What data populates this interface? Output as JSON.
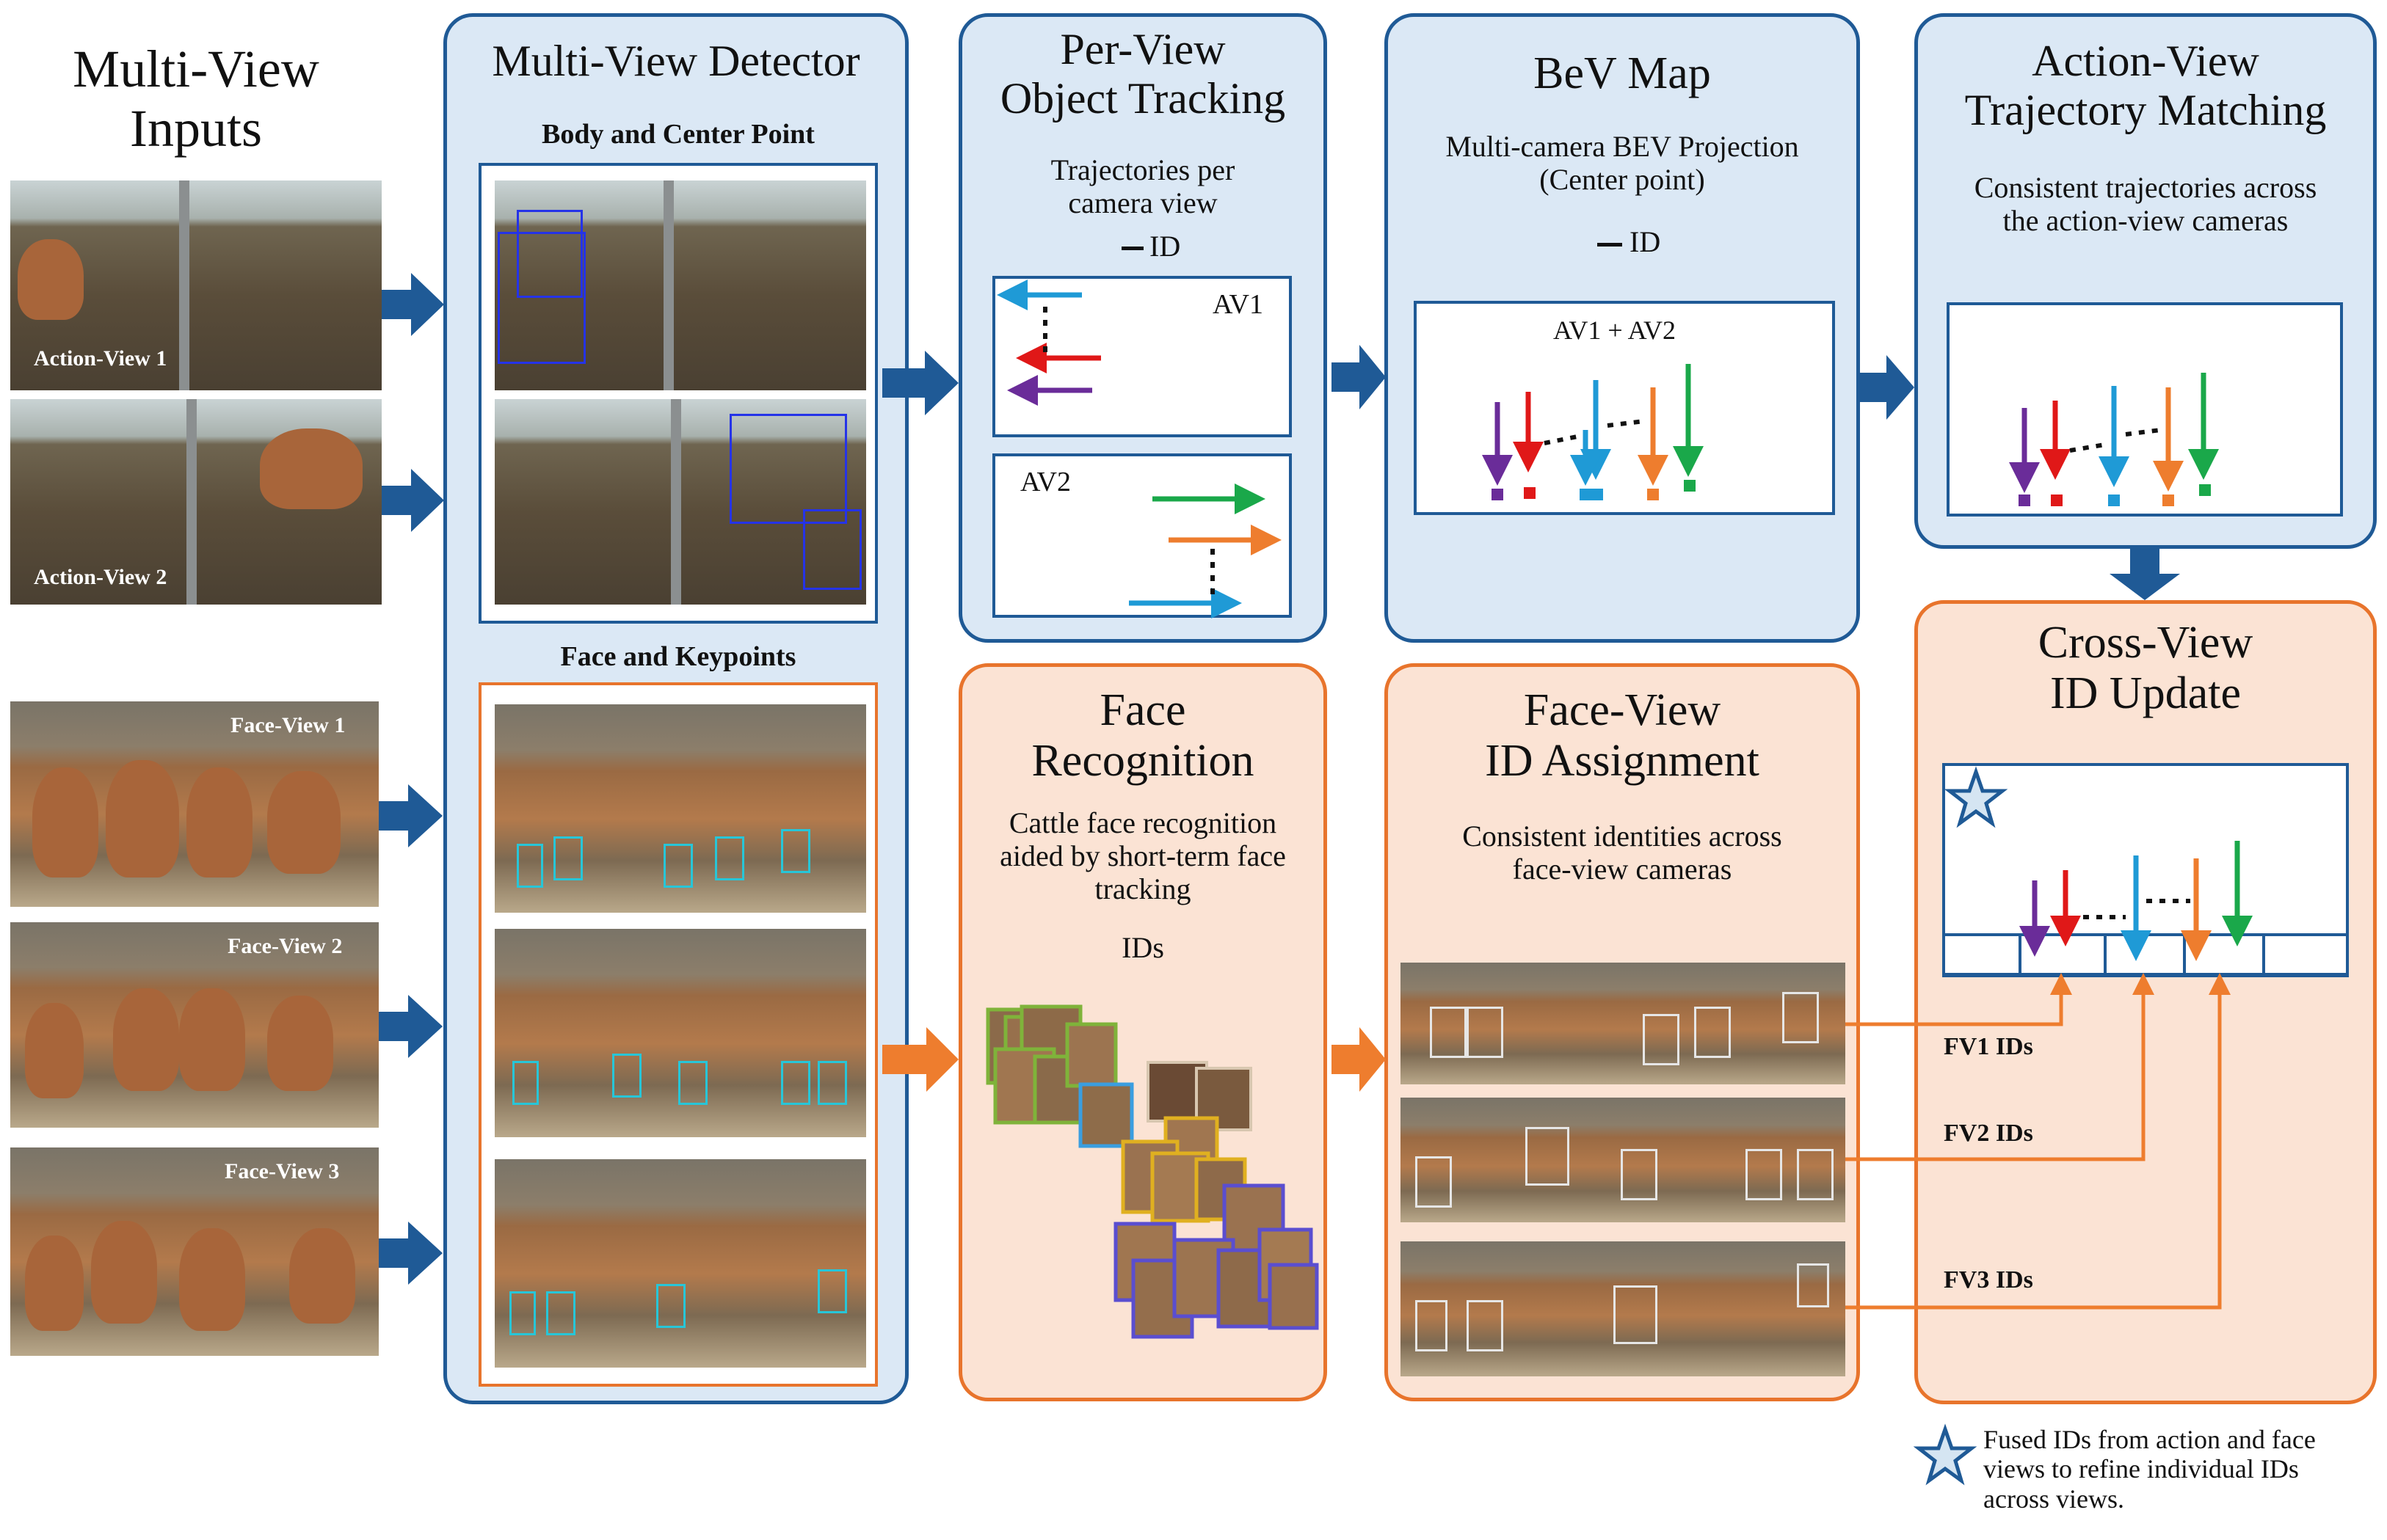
{
  "inputs": {
    "title": "Multi-View\nInputs",
    "views": [
      {
        "label": "Action-View 1"
      },
      {
        "label": "Action-View 2"
      },
      {
        "label": "Face-View 1"
      },
      {
        "label": "Face-View 2"
      },
      {
        "label": "Face-View 3"
      }
    ]
  },
  "detector": {
    "title": "Multi-View Detector",
    "body_title": "Body and Center Point",
    "face_title": "Face and Keypoints"
  },
  "tracking": {
    "title": "Per-View\nObject Tracking",
    "desc": "Trajectories per\ncamera view",
    "legend": "ID",
    "av1": "AV1",
    "av2": "AV2"
  },
  "bev": {
    "title": "BeV Map",
    "desc": "Multi-camera BEV Projection\n(Center point)",
    "legend": "ID",
    "label": "AV1 + AV2"
  },
  "matching": {
    "title": "Action-View\nTrajectory Matching",
    "desc": "Consistent trajectories across\nthe action-view cameras"
  },
  "face_rec": {
    "title": "Face\nRecognition",
    "desc": "Cattle face recognition\naided by short-term face\ntracking",
    "ids": "IDs"
  },
  "face_assign": {
    "title": "Face-View\nID Assignment",
    "desc": "Consistent identities across\nface-view cameras"
  },
  "crossview": {
    "title": "Cross-View\nID Update",
    "fv_labels": [
      "FV1 IDs",
      "FV2 IDs",
      "FV3 IDs"
    ]
  },
  "star_note": "Fused IDs from action and face\nviews to refine individual IDs\nacross views.",
  "colors": {
    "blue_border": "#1f5a96",
    "blue_fill": "#dbe8f5",
    "orange_border": "#e8742c",
    "orange_fill": "#fbe3d4",
    "purple": "#6a2c99",
    "red": "#e01818",
    "cyan": "#1f9ad6",
    "orange": "#ee7d2e",
    "green": "#1aa84a"
  }
}
